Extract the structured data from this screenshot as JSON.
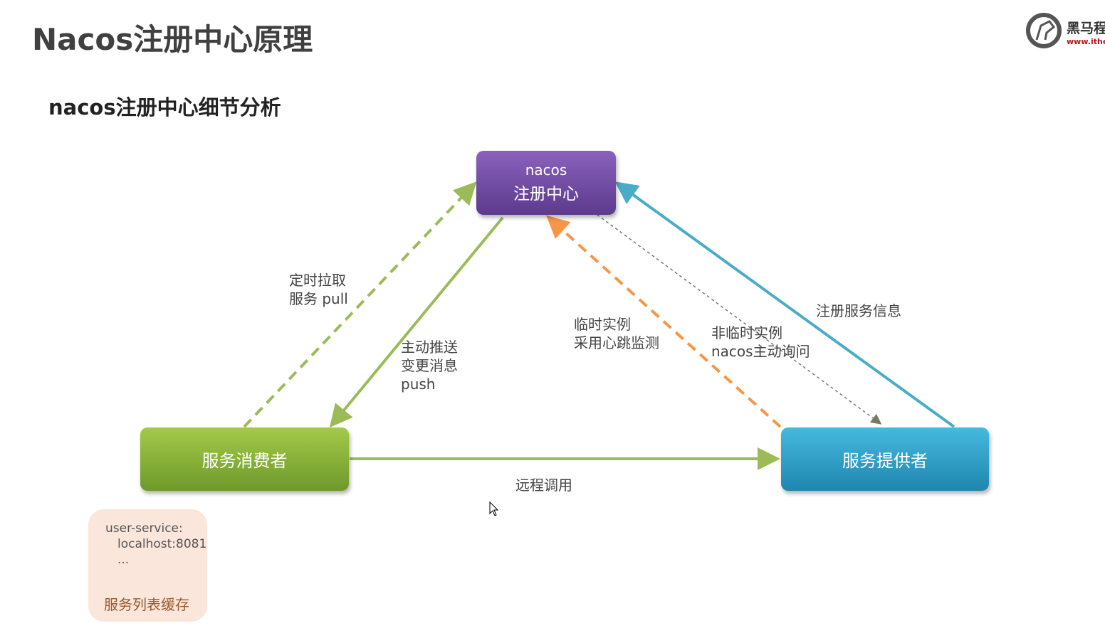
{
  "title": "Nacos注册中心原理",
  "subtitle": "nacos注册中心细节分析",
  "logo": {
    "text": "黑马程序员",
    "url_text": "www.itheima.com"
  },
  "nodes": {
    "nacos": {
      "line1": "nacos",
      "line2": "注册中心"
    },
    "consumer": "服务消费者",
    "provider": "服务提供者"
  },
  "edges": {
    "pull": [
      "定时拉取",
      "服务 pull"
    ],
    "push": [
      "主动推送",
      "变更消息",
      "push"
    ],
    "heartbeat": [
      "临时实例",
      "采用心跳监测"
    ],
    "probe": [
      "非临时实例",
      "nacos主动询问"
    ],
    "register": "注册服务信息",
    "rpc": "远程调用"
  },
  "cache": {
    "lines": [
      "user-service:",
      "localhost:8081",
      "..."
    ],
    "caption": "服务列表缓存"
  },
  "colors": {
    "green": "#9bbb59",
    "orange": "#f79646",
    "blue": "#4bacc6",
    "grey": "#777777"
  }
}
